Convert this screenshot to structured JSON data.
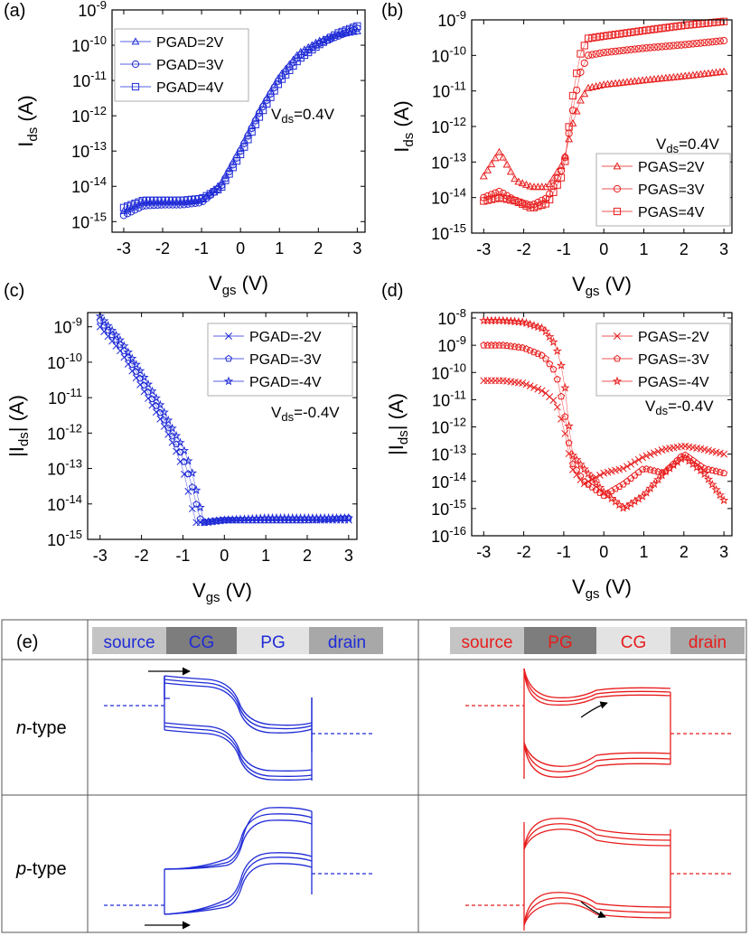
{
  "colors": {
    "blue": "#1f2bd6",
    "red": "#e81c1c",
    "frame": "#000000"
  },
  "panel_labels": {
    "a": "(a)",
    "b": "(b)",
    "c": "(c)",
    "d": "(d)",
    "e": "(e)"
  },
  "log_tick_labels": [
    "10-16",
    "10-15",
    "10-14",
    "10-13",
    "10-12",
    "10-11",
    "10-10",
    "10-9",
    "10-8"
  ],
  "chart_data": [
    {
      "id": "a",
      "type": "scatter",
      "color_key": "blue",
      "yscale": "log",
      "xlabel_main": "V",
      "xlabel_sub": "gs",
      "xlabel_unit": " (V)",
      "ylabel_main": "I",
      "ylabel_sub": "ds",
      "ylabel_unit": " (A)",
      "xlim": [
        -3.3,
        3.2
      ],
      "ylim_exp": [
        -15.3,
        -9
      ],
      "xticks": [
        -3,
        -2,
        -1,
        0,
        1,
        2,
        3
      ],
      "yticks_exp": [
        -15,
        -14,
        -13,
        -12,
        -11,
        -10,
        -9
      ],
      "annotation_main": "V",
      "annotation_sub": "ds",
      "annotation_val": "=0.4V",
      "series": [
        {
          "name": "PGAD=2V",
          "marker": "triangle",
          "x": [
            -3,
            -2.5,
            -2,
            -1.5,
            -1,
            -0.5,
            0,
            0.5,
            1,
            1.5,
            2,
            2.5,
            3
          ],
          "y": [
            2e-15,
            3.5e-15,
            3.5e-15,
            3.5e-15,
            4e-15,
            1.2e-14,
            1.2e-13,
            1.5e-12,
            1.3e-11,
            6e-11,
            1.3e-10,
            2e-10,
            2.5e-10
          ]
        },
        {
          "name": "PGAD=3V",
          "marker": "circle",
          "x": [
            -3,
            -2.5,
            -2,
            -1.5,
            -1,
            -0.5,
            0,
            0.5,
            1,
            1.5,
            2,
            2.5,
            3
          ],
          "y": [
            1.5e-15,
            2.8e-15,
            3e-15,
            3e-15,
            3.5e-15,
            1e-14,
            1e-13,
            1.3e-12,
            1.1e-11,
            5e-11,
            1.1e-10,
            1.8e-10,
            3e-10
          ]
        },
        {
          "name": "PGAD=4V",
          "marker": "square",
          "x": [
            -3,
            -2.5,
            -2,
            -1.5,
            -1,
            -0.5,
            0,
            0.5,
            1,
            1.5,
            2,
            2.5,
            3
          ],
          "y": [
            2.5e-15,
            4e-15,
            4e-15,
            4e-15,
            4.5e-15,
            9e-15,
            8e-14,
            1e-12,
            9e-12,
            4e-11,
            1e-10,
            2.2e-10,
            3.5e-10
          ]
        }
      ],
      "legend_position": "top-left"
    },
    {
      "id": "b",
      "type": "scatter",
      "color_key": "red",
      "yscale": "log",
      "xlabel_main": "V",
      "xlabel_sub": "gs",
      "xlabel_unit": " (V)",
      "ylabel_main": "I",
      "ylabel_sub": "ds",
      "ylabel_unit": " (A)",
      "xlim": [
        -3.3,
        3.2
      ],
      "ylim_exp": [
        -15,
        -9
      ],
      "xticks": [
        -3,
        -2,
        -1,
        0,
        1,
        2,
        3
      ],
      "yticks_exp": [
        -15,
        -14,
        -13,
        -12,
        -11,
        -10,
        -9
      ],
      "annotation_main": "V",
      "annotation_sub": "ds",
      "annotation_val": "=0.4V",
      "series": [
        {
          "name": "PGAS=2V",
          "marker": "triangle",
          "x": [
            -3,
            -2.6,
            -2.2,
            -1.8,
            -1.4,
            -1,
            -0.8,
            -0.6,
            -0.4,
            0,
            1,
            2,
            3
          ],
          "y": [
            4e-14,
            2e-13,
            3e-14,
            2e-14,
            2e-14,
            1e-13,
            1e-12,
            5e-12,
            1.2e-11,
            1.5e-11,
            2e-11,
            2.6e-11,
            3.5e-11
          ]
        },
        {
          "name": "PGAS=3V",
          "marker": "circle",
          "x": [
            -3,
            -2.6,
            -2.2,
            -1.8,
            -1.4,
            -1,
            -0.8,
            -0.6,
            -0.4,
            0,
            1,
            2,
            3
          ],
          "y": [
            1e-14,
            1.5e-14,
            8e-15,
            6e-15,
            1e-14,
            8e-14,
            2e-12,
            3e-11,
            1e-10,
            1.2e-10,
            1.6e-10,
            2e-10,
            2.6e-10
          ]
        },
        {
          "name": "PGAS=4V",
          "marker": "square",
          "x": [
            -3,
            -2.6,
            -2.2,
            -1.8,
            -1.4,
            -1,
            -0.8,
            -0.6,
            -0.4,
            0,
            1,
            2,
            3
          ],
          "y": [
            8e-15,
            1e-14,
            8e-15,
            5e-15,
            7e-15,
            5e-14,
            5e-12,
            1e-10,
            3e-10,
            3.5e-10,
            5e-10,
            7e-10,
            9e-10
          ]
        }
      ],
      "legend_position": "bottom-right"
    },
    {
      "id": "c",
      "type": "scatter",
      "color_key": "blue",
      "yscale": "log",
      "xlabel_main": "V",
      "xlabel_sub": "gs",
      "xlabel_unit": " (V)",
      "ylabel_main": "|I",
      "ylabel_sub": "ds",
      "ylabel_unit": "| (A)",
      "xlim": [
        -3.3,
        3.2
      ],
      "ylim_exp": [
        -15,
        -8.6
      ],
      "xticks": [
        -3,
        -2,
        -1,
        0,
        1,
        2,
        3
      ],
      "yticks_exp": [
        -15,
        -14,
        -13,
        -12,
        -11,
        -10,
        -9
      ],
      "annotation_main": "V",
      "annotation_sub": "ds",
      "annotation_val": "=-0.4V",
      "series": [
        {
          "name": "PGAD=-2V",
          "marker": "cross",
          "x": [
            -3,
            -2.5,
            -2,
            -1.5,
            -1.2,
            -1,
            -0.8,
            -0.7,
            -0.5,
            0,
            1,
            2,
            3
          ],
          "y": [
            1e-09,
            2e-10,
            2e-11,
            2e-12,
            4e-13,
            1e-13,
            1e-14,
            3e-15,
            3e-15,
            3.5e-15,
            3.5e-15,
            3.5e-15,
            3.5e-15
          ]
        },
        {
          "name": "PGAD=-3V",
          "marker": "pentagon",
          "x": [
            -3,
            -2.5,
            -2,
            -1.5,
            -1.2,
            -1,
            -0.8,
            -0.6,
            -0.5,
            0,
            1,
            2,
            3
          ],
          "y": [
            1.5e-09,
            3e-10,
            3e-11,
            3e-12,
            6e-13,
            2e-13,
            4e-14,
            4e-15,
            3e-15,
            3.5e-15,
            3.5e-15,
            3.5e-15,
            4e-15
          ]
        },
        {
          "name": "PGAD=-4V",
          "marker": "star",
          "x": [
            -3,
            -2.5,
            -2,
            -1.5,
            -1.2,
            -1,
            -0.8,
            -0.6,
            -0.5,
            0,
            1,
            2,
            3
          ],
          "y": [
            2e-09,
            4e-10,
            5e-11,
            5e-12,
            1e-12,
            4e-13,
            1e-13,
            1e-14,
            3e-15,
            3.5e-15,
            4e-15,
            4e-15,
            4e-15
          ]
        }
      ],
      "legend_position": "top-right"
    },
    {
      "id": "d",
      "type": "scatter",
      "color_key": "red",
      "yscale": "log",
      "xlabel_main": "V",
      "xlabel_sub": "gs",
      "xlabel_unit": " (V)",
      "ylabel_main": "|I",
      "ylabel_sub": "ds",
      "ylabel_unit": "| (A)",
      "xlim": [
        -3.3,
        3.2
      ],
      "ylim_exp": [
        -16,
        -7.8
      ],
      "xticks": [
        -3,
        -2,
        -1,
        0,
        1,
        2,
        3
      ],
      "yticks_exp": [
        -16,
        -15,
        -14,
        -13,
        -12,
        -11,
        -10,
        -9,
        -8
      ],
      "annotation_main": "V",
      "annotation_sub": "ds",
      "annotation_val": "=-0.4V",
      "series": [
        {
          "name": "PGAS=-2V",
          "marker": "cross",
          "x": [
            -3,
            -2.5,
            -2,
            -1.5,
            -1.2,
            -1,
            -0.8,
            -0.5,
            0,
            0.5,
            1,
            1.5,
            2,
            2.5,
            3
          ],
          "y": [
            5e-11,
            5e-11,
            4e-11,
            2e-11,
            8e-12,
            1e-12,
            3e-14,
            8e-15,
            2e-14,
            3e-14,
            8e-14,
            1.5e-13,
            2e-13,
            1.5e-13,
            1e-13
          ]
        },
        {
          "name": "PGAS=-3V",
          "marker": "pentagon",
          "x": [
            -3,
            -2.5,
            -2,
            -1.5,
            -1.2,
            -1,
            -0.8,
            -0.5,
            0,
            0.5,
            1,
            1.5,
            2,
            2.5,
            3
          ],
          "y": [
            1e-09,
            1e-09,
            8e-10,
            4e-10,
            1e-10,
            5e-12,
            5e-14,
            1e-14,
            3e-15,
            8e-15,
            3e-14,
            2e-14,
            1e-13,
            3e-14,
            2e-14
          ]
        },
        {
          "name": "PGAS=-4V",
          "marker": "star",
          "x": [
            -3,
            -2.5,
            -2,
            -1.5,
            -1.2,
            -1,
            -0.8,
            -0.5,
            0,
            0.5,
            1,
            1.5,
            2,
            2.5,
            3
          ],
          "y": [
            8e-09,
            8e-09,
            7e-09,
            4e-09,
            1e-09,
            8e-11,
            1e-13,
            3e-14,
            4e-15,
            1e-15,
            3e-15,
            2e-14,
            8e-14,
            2e-14,
            2e-15
          ]
        }
      ],
      "legend_position": "top-right"
    }
  ],
  "table": {
    "label": "(e)",
    "left_bar": [
      "source",
      "CG",
      "PG",
      "drain"
    ],
    "right_bar": [
      "source",
      "PG",
      "CG",
      "drain"
    ],
    "rows": [
      {
        "prefix": "n",
        "suffix": "-type"
      },
      {
        "prefix": "p",
        "suffix": "-type"
      }
    ]
  }
}
